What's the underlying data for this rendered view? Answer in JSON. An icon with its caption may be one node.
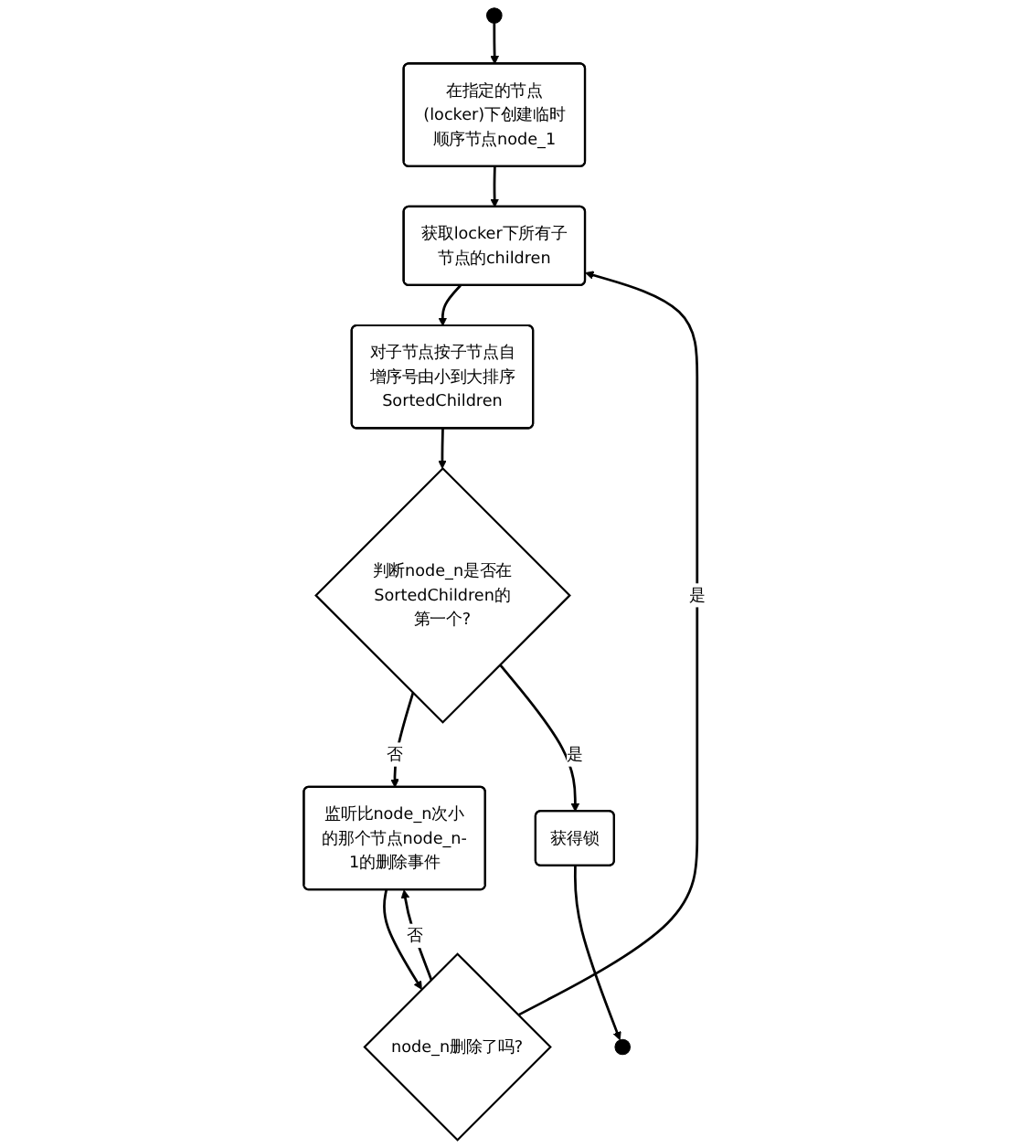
{
  "diagram": {
    "nodes": [
      {
        "text": [],
        "shape": "circle"
      },
      {
        "text": [
          "在指定的节点(locker)下创建临时顺序节点node_1"
        ]
      },
      {
        "text": [
          "获取locker下所有子节点的children"
        ]
      },
      {
        "text": [
          "对子节点按子节点自增序号由小到大排序SortedChildren"
        ]
      },
      {
        "text": [
          "判断node_n是否在SortedChildren的第一个?"
        ]
      },
      {
        "text": [
          "监听比node_n次小的那个节点node_n-1的删除事件"
        ]
      },
      {
        "text": [
          "node_n删除了吗?"
        ]
      },
      {
        "text": [
          "获得锁"
        ]
      },
      {
        "text": [],
        "shape": "circle"
      }
    ],
    "edges": [
      {
        "from": 0,
        "to": 1,
        "arrow": "to"
      },
      {
        "from": 1,
        "to": 2,
        "arrow": "to"
      },
      {
        "from": 2,
        "to": 3,
        "arrow": "to"
      },
      {
        "from": 3,
        "to": 4,
        "arrow": "to"
      },
      {
        "from": 4,
        "to": 5,
        "label": "否",
        "arrow": "to"
      },
      {
        "from": 5,
        "to": 6,
        "arrow": "to"
      },
      {
        "from": 6,
        "to": 2,
        "label": "是",
        "arrow": "to"
      },
      {
        "from": 6,
        "to": 5,
        "label": "否",
        "arrow": "to"
      },
      {
        "from": 4,
        "to": 7,
        "label": "是",
        "arrow": "to"
      },
      {
        "from": 7,
        "to": 8,
        "arrow": "to"
      }
    ]
  }
}
